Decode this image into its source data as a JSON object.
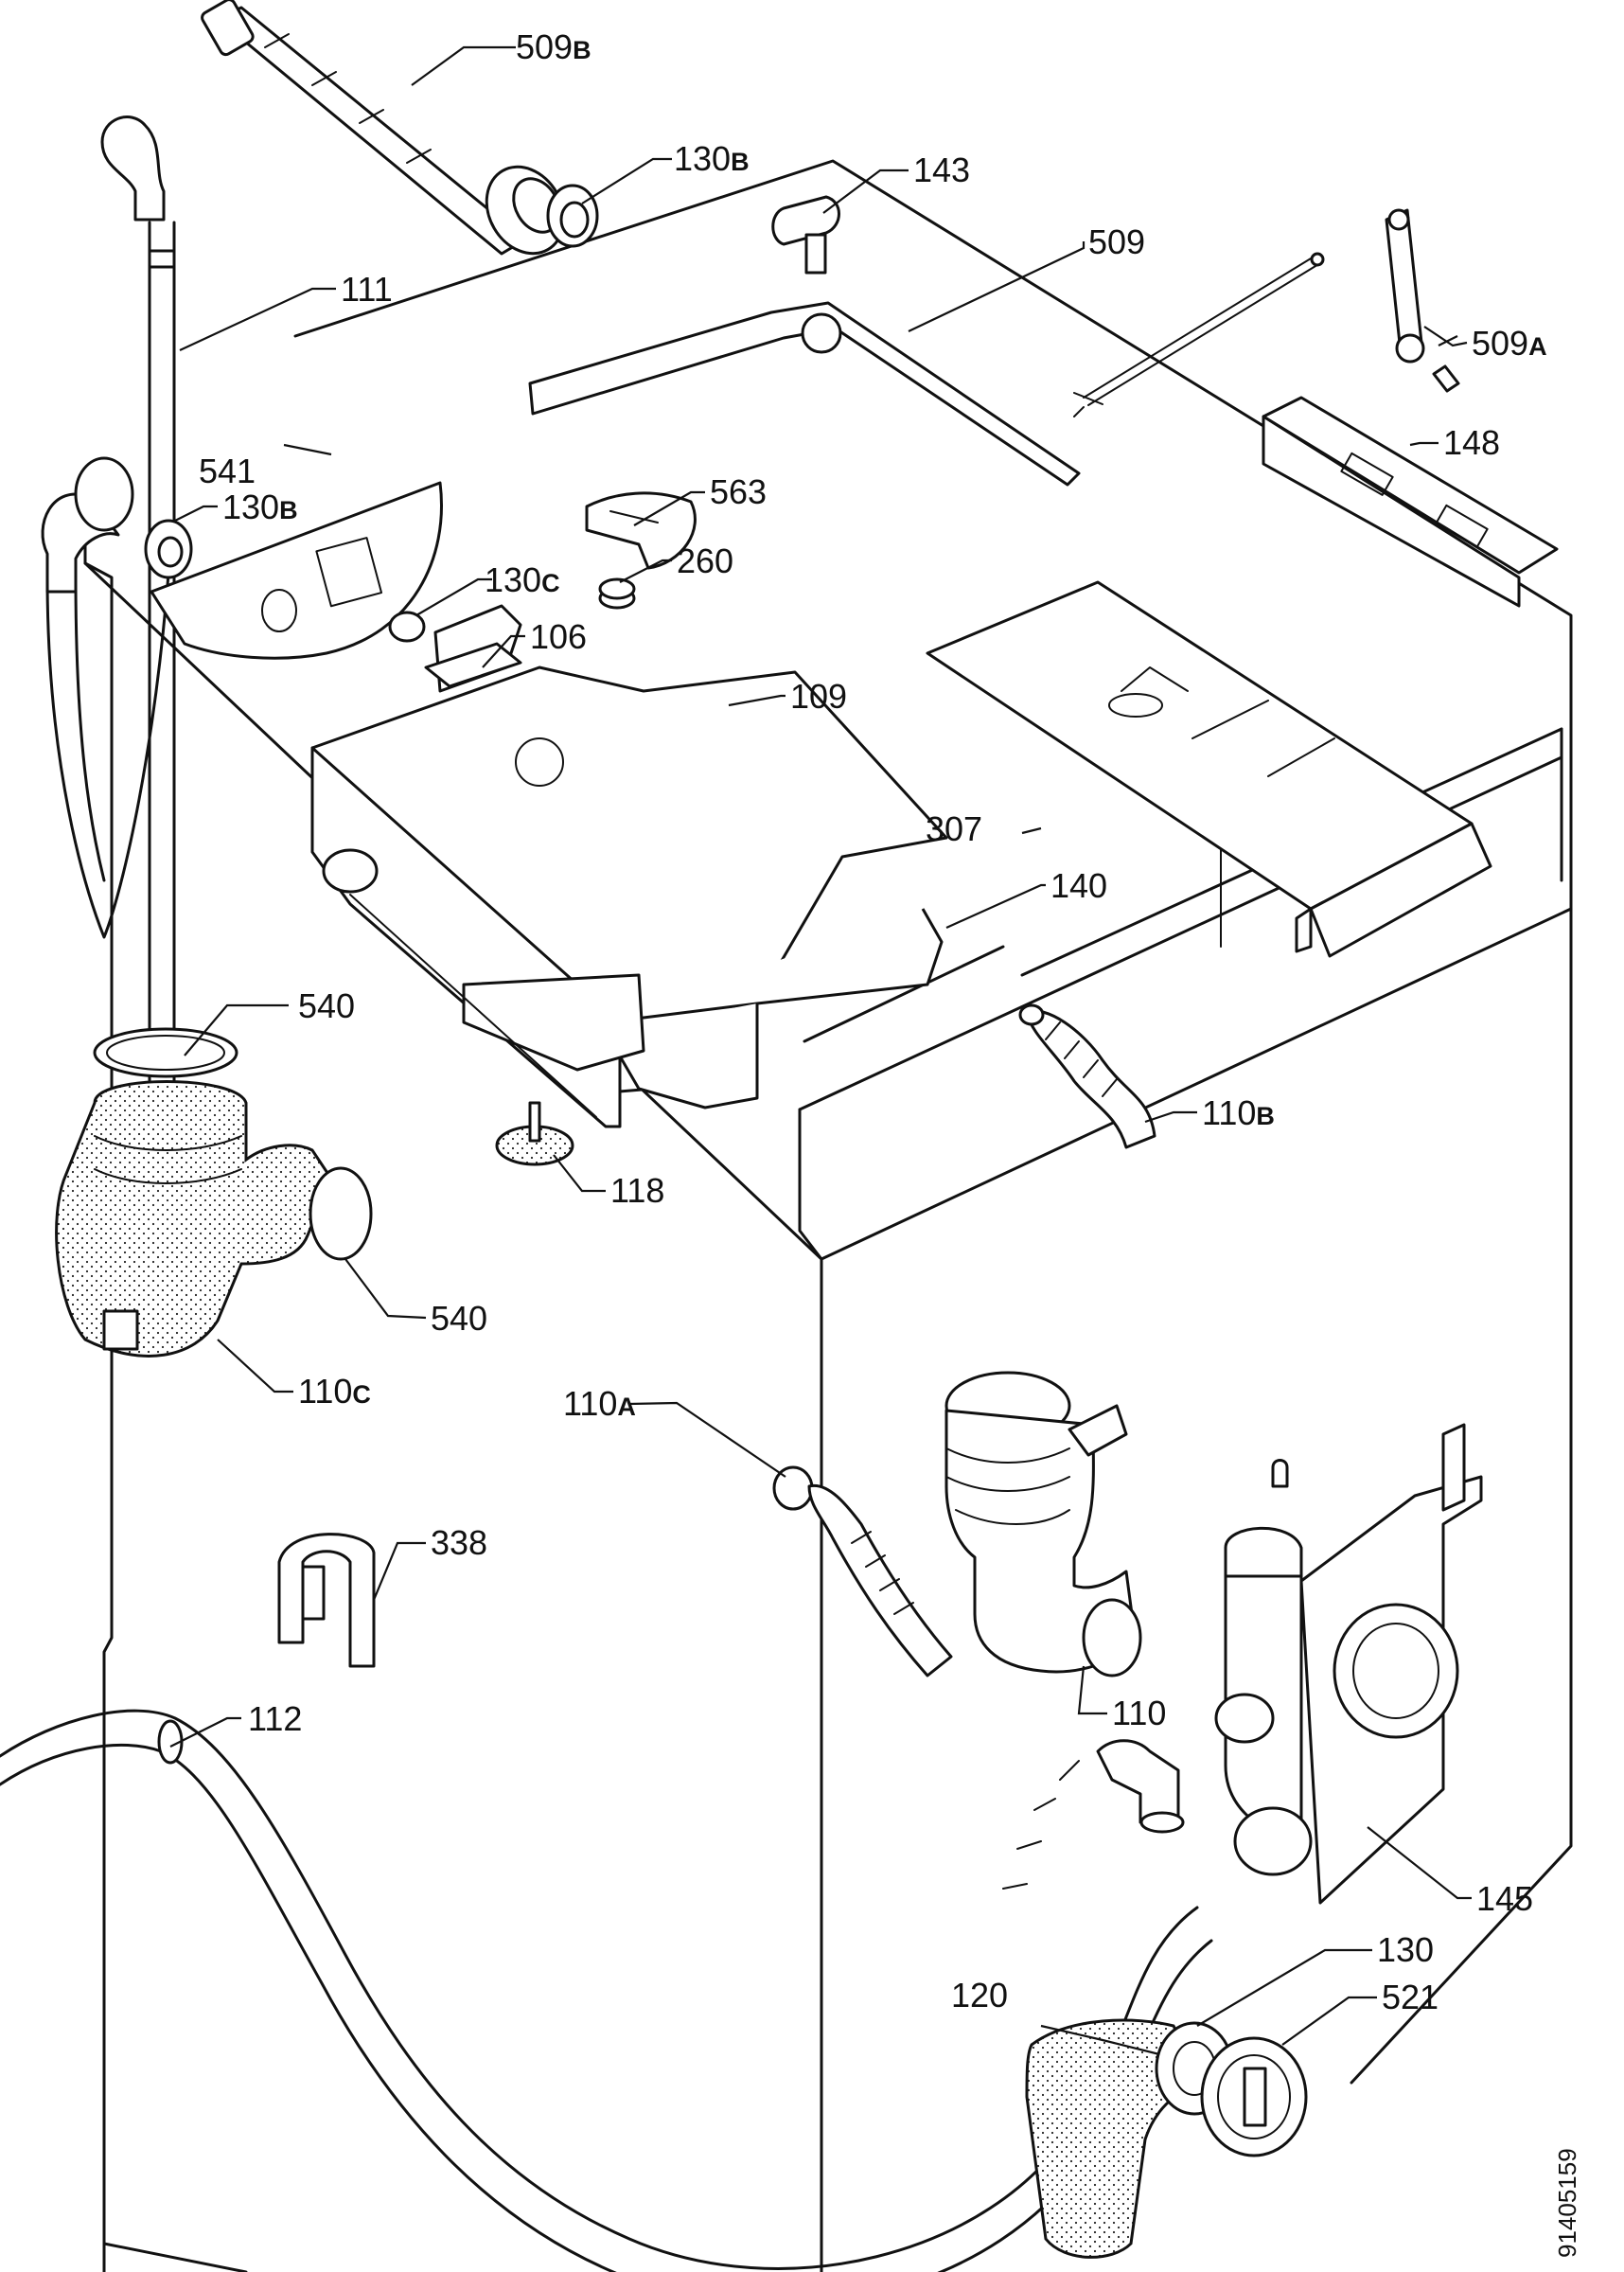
{
  "diagram": {
    "doc_number": "91405159",
    "callouts": [
      {
        "id": "509b",
        "number": "509",
        "suffix": "B"
      },
      {
        "id": "130b-top",
        "number": "130",
        "suffix": "B"
      },
      {
        "id": "143",
        "number": "143",
        "suffix": ""
      },
      {
        "id": "509",
        "number": "509",
        "suffix": ""
      },
      {
        "id": "111",
        "number": "111",
        "suffix": ""
      },
      {
        "id": "509a",
        "number": "509",
        "suffix": "A"
      },
      {
        "id": "148",
        "number": "148",
        "suffix": ""
      },
      {
        "id": "541",
        "number": "541",
        "suffix": ""
      },
      {
        "id": "130b-left",
        "number": "130",
        "suffix": "B"
      },
      {
        "id": "563",
        "number": "563",
        "suffix": ""
      },
      {
        "id": "260",
        "number": "260",
        "suffix": ""
      },
      {
        "id": "130c",
        "number": "130",
        "suffix": "C"
      },
      {
        "id": "106",
        "number": "106",
        "suffix": ""
      },
      {
        "id": "109",
        "number": "109",
        "suffix": ""
      },
      {
        "id": "307",
        "number": "307",
        "suffix": ""
      },
      {
        "id": "140",
        "number": "140",
        "suffix": ""
      },
      {
        "id": "540-top",
        "number": "540",
        "suffix": ""
      },
      {
        "id": "110b",
        "number": "110",
        "suffix": "B"
      },
      {
        "id": "118",
        "number": "118",
        "suffix": ""
      },
      {
        "id": "540-mid",
        "number": "540",
        "suffix": ""
      },
      {
        "id": "110c",
        "number": "110",
        "suffix": "C"
      },
      {
        "id": "110a",
        "number": "110",
        "suffix": "A"
      },
      {
        "id": "338",
        "number": "338",
        "suffix": ""
      },
      {
        "id": "110",
        "number": "110",
        "suffix": ""
      },
      {
        "id": "112",
        "number": "112",
        "suffix": ""
      },
      {
        "id": "145",
        "number": "145",
        "suffix": ""
      },
      {
        "id": "130",
        "number": "130",
        "suffix": ""
      },
      {
        "id": "120",
        "number": "120",
        "suffix": ""
      },
      {
        "id": "521",
        "number": "521",
        "suffix": ""
      }
    ]
  }
}
